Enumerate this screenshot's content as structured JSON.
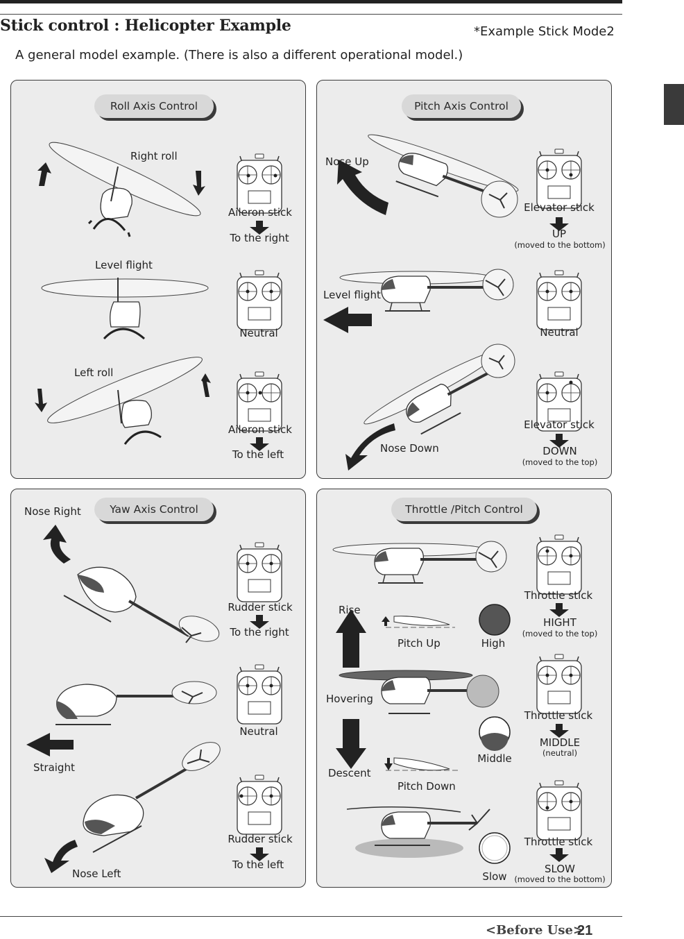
{
  "header": {
    "title": "Stick control : Helicopter Example",
    "mode_note": "*Example Stick Mode2",
    "description": "A general model example. (There is also a different operational model.)"
  },
  "panels": {
    "roll": {
      "title": "Roll Axis Control",
      "right_roll": "Right roll",
      "level_flight": "Level flight",
      "left_roll": "Left roll",
      "stick1": "Aileron stick",
      "dir1": "To the right",
      "neutral": "Neutral",
      "stick3": "Aileron stick",
      "dir3": "To the left"
    },
    "pitch": {
      "title": "Pitch Axis Control",
      "nose_up": "Nose Up",
      "level_flight": "Level flight",
      "nose_down": "Nose Down",
      "stick1": "Elevator stick",
      "dir1": "UP",
      "note1": "(moved to the bottom)",
      "neutral": "Neutral",
      "stick3": "Elevator stick",
      "dir3": "DOWN",
      "note3": "(moved to the top)"
    },
    "yaw": {
      "title": "Yaw Axis Control",
      "nose_right": "Nose Right",
      "straight": "Straight",
      "nose_left": "Nose Left",
      "stick1": "Rudder stick",
      "dir1": "To the right",
      "neutral": "Neutral",
      "stick3": "Rudder stick",
      "dir3": "To the left"
    },
    "throttle": {
      "title": "Throttle /Pitch Control",
      "rise": "Rise",
      "hovering": "Hovering",
      "descent": "Descent",
      "pitch_up": "Pitch Up",
      "pitch_down": "Pitch Down",
      "high": "High",
      "middle": "Middle",
      "slow": "Slow",
      "stick1": "Throttle stick",
      "dir1": "HIGHT",
      "note1": "(moved to the top)",
      "stick2": "Throttle stick",
      "dir2": "MIDDLE",
      "note2": "(neutral)",
      "stick3": "Throttle stick",
      "dir3": "SLOW",
      "note3": "(moved to the bottom)"
    }
  },
  "footer": {
    "section": "<Before Use>",
    "page": "21"
  }
}
